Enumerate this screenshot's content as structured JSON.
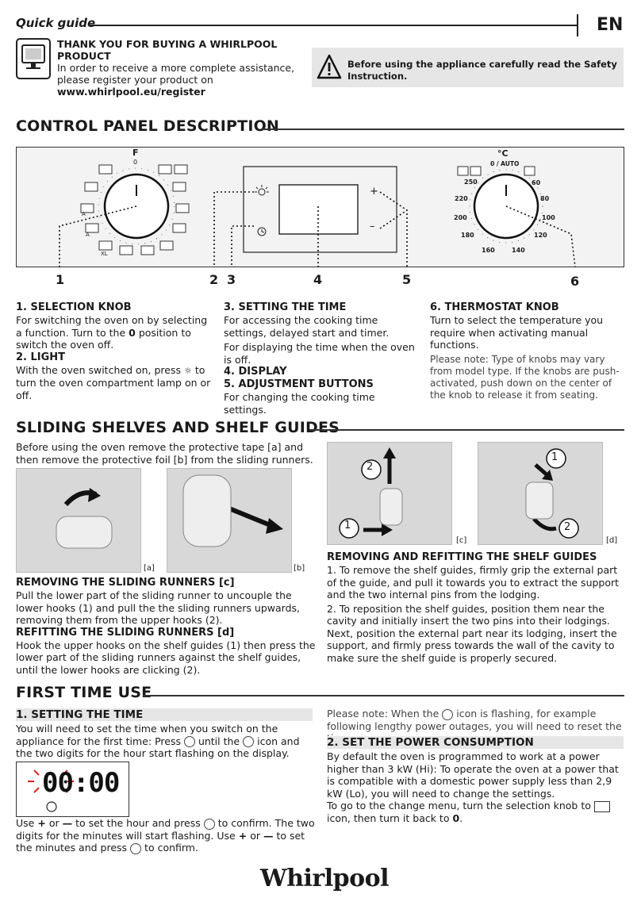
{
  "header": {
    "quick_guide": "Quick guide",
    "lang": "EN"
  },
  "register": {
    "heading": "THANK YOU FOR BUYING A WHIRLPOOL PRODUCT",
    "body": "In order to receive a more complete assistance, please register your product on",
    "url": "www.whirlpool.eu/register"
  },
  "warning": {
    "text": "Before using the appliance carefully read the Safety Instruction."
  },
  "control_panel": {
    "title": "CONTROL PANEL DESCRIPTION",
    "knob_f_label": "F",
    "knob_f_zero": "0",
    "thermo_label": "°C",
    "thermo_zero": "0 / AUTO",
    "thermo_ticks": [
      "250",
      "60",
      "220",
      "80",
      "200",
      "100",
      "180",
      "120",
      "160",
      "140"
    ],
    "plus": "+",
    "minus": "–",
    "func_small": [
      "A",
      "A",
      "XL"
    ],
    "callouts": [
      "1",
      "2",
      "3",
      "4",
      "5",
      "6"
    ],
    "items": {
      "i1_title": "1. SELECTION KNOB",
      "i1_body_a": "For switching the oven on by selecting a function. Turn to the",
      "i1_body_sym": "0",
      "i1_body_b": "position to switch the oven off.",
      "i2_title": "2. LIGHT",
      "i2_body_a": "With the oven switched on, press",
      "i2_body_b": "to turn the oven compartment lamp on or off.",
      "i3_title": "3. SETTING THE TIME",
      "i3_body1": "For accessing the cooking time settings, delayed start and timer.",
      "i3_body2": "For displaying the time when the oven is off.",
      "i4_title": "4. DISPLAY",
      "i5_title": "5. ADJUSTMENT BUTTONS",
      "i5_body": "For changing the cooking time settings.",
      "i6_title": "6. THERMOSTAT KNOB",
      "i6_body": "Turn to select the temperature you require when activating manual functions.",
      "i6_note": "Please note: Type of knobs may vary from model type. If the knobs are push-activated, push down on the center of the knob to release it from seating."
    }
  },
  "shelves": {
    "title": "SLIDING SHELVES AND SHELF GUIDES",
    "intro": "Before using the oven remove the protective tape [a] and then remove the protective foil [b] from the sliding runners.",
    "captions": [
      "[a]",
      "[b]",
      "[c]",
      "[d]"
    ],
    "step_numbers": [
      "2",
      "1",
      "1",
      "2"
    ],
    "rm_runners_title": "REMOVING THE SLIDING RUNNERS [c]",
    "rm_runners_body": "Pull the lower part of the sliding runner to uncouple the lower hooks (1) and pull the the sliding runners upwards, removing them from the upper hooks (2).",
    "ref_runners_title": "REFITTING THE SLIDING RUNNERS [d]",
    "ref_runners_body": "Hook the upper hooks on the shelf guides (1) then press the lower part of the sliding runners against the shelf guides, until the lower hooks are clicking (2).",
    "guides_title": "REMOVING AND REFITTING THE SHELF GUIDES",
    "guides_body1": "1. To remove the shelf guides, firmly grip the external part of the guide, and pull it towards you to extract the support and the two internal pins from the lodging.",
    "guides_body2": "2. To reposition the shelf guides, position them near the cavity and initially insert the two pins into their lodgings. Next, position the external part near its lodging, insert the support, and firmly press towards the wall of the cavity to make sure the shelf guide is properly secured."
  },
  "first_use": {
    "title": "FIRST TIME USE",
    "time_title": "1. SETTING THE TIME",
    "time_body_a": "You will need to set the time when you switch on the appliance for the first time: Press",
    "time_body_b": "until the",
    "time_body_c": "icon and the two digits for the hour start flashing on the display.",
    "display_value": "00:00",
    "use_a": "Use",
    "use_or": "or",
    "use_b": "to set the hour and press",
    "use_c": "to confirm. The two digits for the minutes will start flashing. Use",
    "use_d": "to set the minutes and press",
    "use_e": "to confirm.",
    "plus": "+",
    "minus": "—",
    "note_a": "Please note: When the",
    "note_b": "icon is flashing, for example following lengthy power outages, you will need to reset the time.",
    "power_title": "2. SET THE POWER CONSUMPTION",
    "power_body": "By default the oven is programmed to work at a power higher than 3 kW (Hi): To operate the oven at a power that is compatible with a domestic power supply less than 2,9 kW (Lo), you will need to change the settings.",
    "menu_a": "To go to the change menu, turn the selection knob to",
    "menu_b": "icon, then turn it back to",
    "menu_zero": "0",
    "menu_end": "."
  },
  "brand": {
    "logo": "Whirlpool"
  }
}
